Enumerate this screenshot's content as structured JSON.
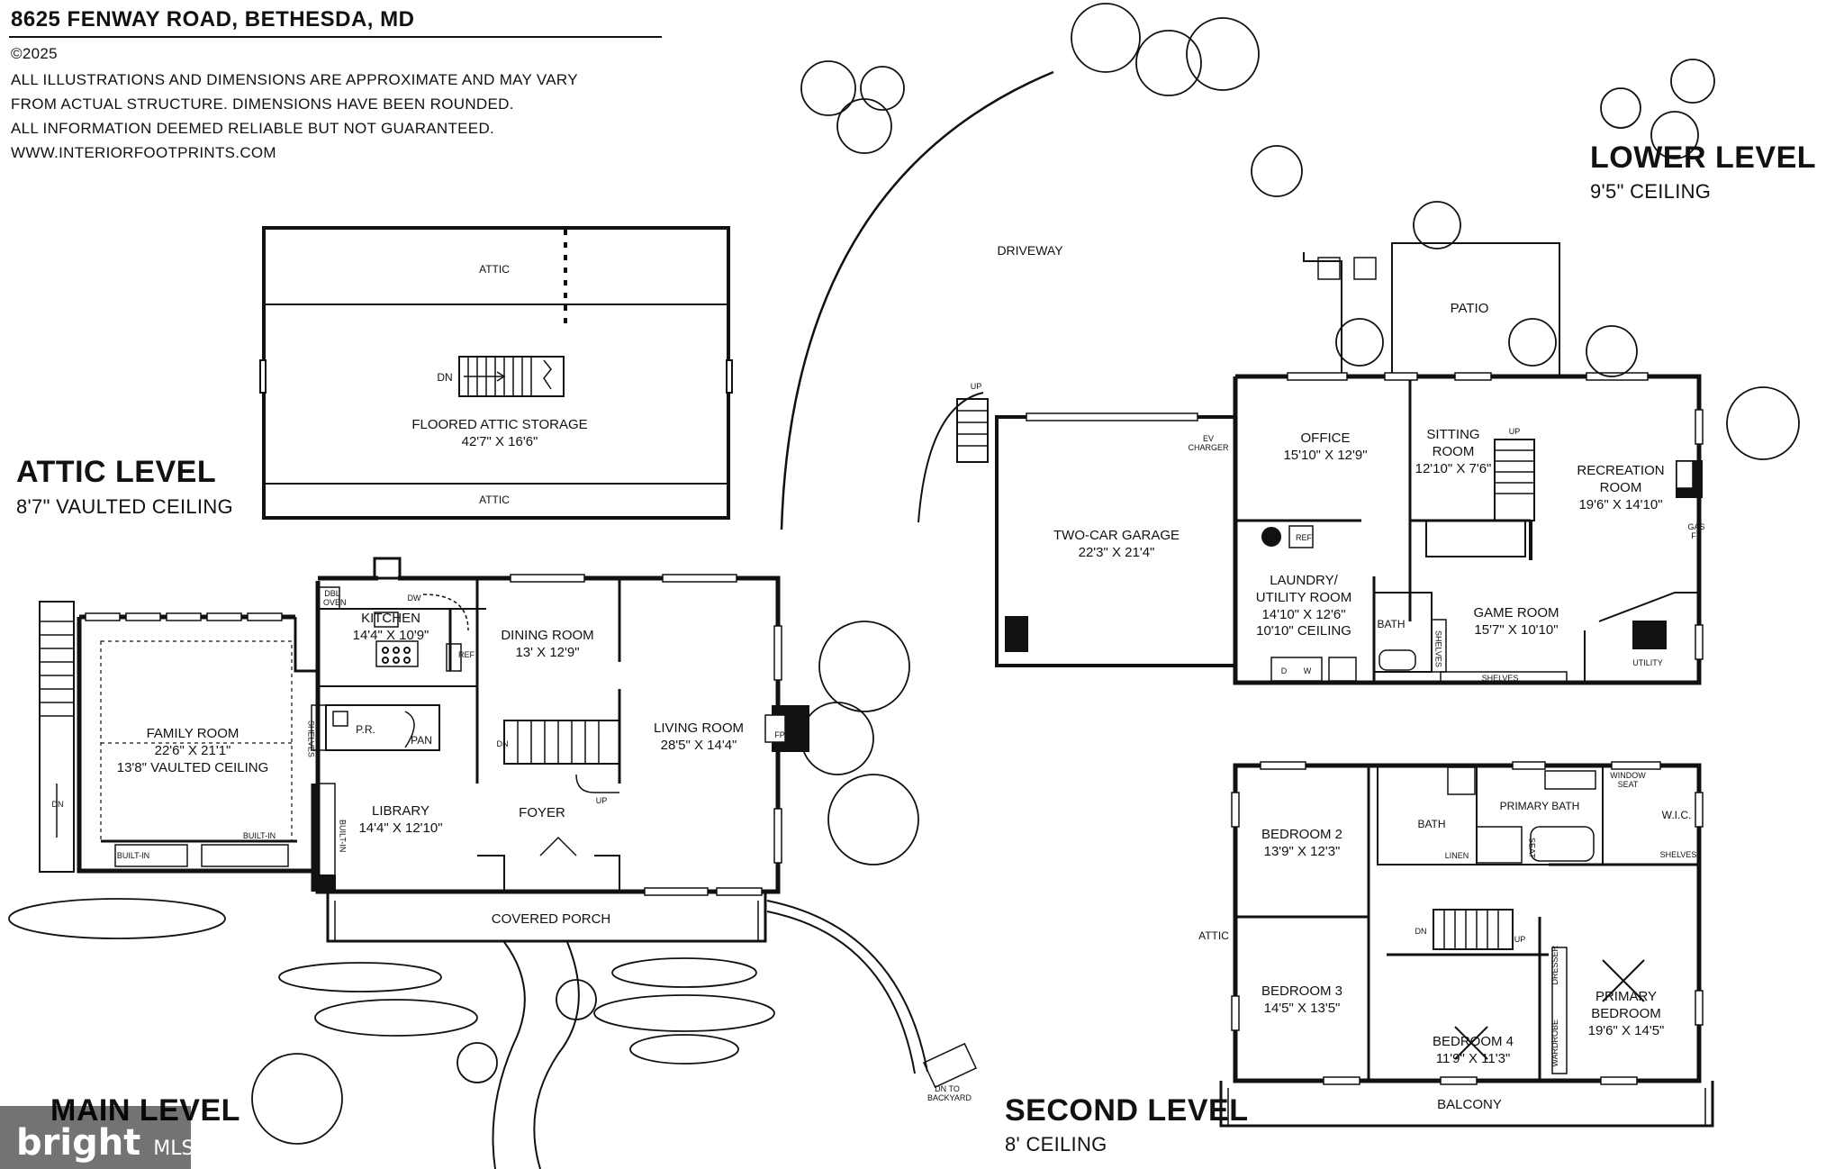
{
  "header": {
    "address": "8625 FENWAY ROAD, BETHESDA, MD",
    "copyright": "©2025",
    "disclaimer_1": "ALL ILLUSTRATIONS AND DIMENSIONS ARE APPROXIMATE AND MAY VARY",
    "disclaimer_2": "FROM ACTUAL STRUCTURE. DIMENSIONS HAVE BEEN ROUNDED.",
    "disclaimer_3": "ALL INFORMATION DEEMED RELIABLE BUT NOT GUARANTEED.",
    "website": "WWW.INTERIORFOOTPRINTS.COM"
  },
  "levels": {
    "attic": {
      "name": "ATTIC LEVEL",
      "ceiling": "8'7\" VAULTED CEILING"
    },
    "main": {
      "name": "MAIN LEVEL"
    },
    "lower": {
      "name": "LOWER LEVEL",
      "ceiling": "9'5\" CEILING"
    },
    "second": {
      "name": "SECOND LEVEL",
      "ceiling": "8' CEILING"
    }
  },
  "attic_rooms": {
    "attic_top": "ATTIC",
    "attic_bottom": "ATTIC",
    "storage_name": "FLOORED ATTIC STORAGE",
    "storage_dim": "42'7\" X 16'6\"",
    "dn": "DN"
  },
  "main_rooms": {
    "family_name": "FAMILY ROOM",
    "family_dim": "22'6\" X 21'1\"",
    "family_ceiling": "13'8\" VAULTED CEILING",
    "kitchen_name": "KITCHEN",
    "kitchen_dim": "14'4\" X 10'9\"",
    "dining_name": "DINING ROOM",
    "dining_dim": "13' X 12'9\"",
    "living_name": "LIVING ROOM",
    "living_dim": "28'5\" X 14'4\"",
    "library_name": "LIBRARY",
    "library_dim": "14'4\" X 12'10\"",
    "foyer": "FOYER",
    "covered_porch": "COVERED PORCH",
    "pr": "P.R.",
    "pan": "PAN",
    "shelves": "SHELVES",
    "built_in_1": "BUILT-IN",
    "built_in_2": "BUILT-IN",
    "built_in_3": "BUILT-IN",
    "dbl_oven": "DBL OVEN",
    "dw": "DW",
    "ref": "REF",
    "fp": "FP",
    "dn_family": "DN",
    "dn_stair": "DN",
    "up_stair": "UP",
    "dn_backyard": "DN TO BACKYARD"
  },
  "lower_rooms": {
    "driveway": "DRIVEWAY",
    "patio": "PATIO",
    "up_outside": "UP",
    "garage_name": "TWO-CAR GARAGE",
    "garage_dim": "22'3\" X 21'4\"",
    "ev_charger": "EV CHARGER",
    "office_name": "OFFICE",
    "office_dim": "15'10\" X 12'9\"",
    "sitting_name": "SITTING ROOM",
    "sitting_dim": "12'10\" X 7'6\"",
    "recreation_name": "RECREATION ROOM",
    "recreation_dim": "19'6\" X 14'10\"",
    "laundry_name": "LAUNDRY/ UTILITY ROOM",
    "laundry_dim": "14'10\" X 12'6\"",
    "laundry_ceiling": "10'10\" CEILING",
    "game_name": "GAME ROOM",
    "game_dim": "15'7\" X 10'10\"",
    "bath": "BATH",
    "shelves_v": "SHELVES",
    "shelves_h": "SHELVES",
    "utility": "UTILITY",
    "gas_fp": "GAS FP",
    "ref": "REF",
    "d": "D",
    "w": "W",
    "up_stair": "UP"
  },
  "second_rooms": {
    "bedroom2_name": "BEDROOM 2",
    "bedroom2_dim": "13'9\" X 12'3\"",
    "bedroom3_name": "BEDROOM 3",
    "bedroom3_dim": "14'5\" X 13'5\"",
    "bedroom4_name": "BEDROOM 4",
    "bedroom4_dim": "11'9\" X 11'3\"",
    "primary_name": "PRIMARY BEDROOM",
    "primary_dim": "19'6\" X 14'5\"",
    "primary_bath": "PRIMARY BATH",
    "bath": "BATH",
    "linen": "LINEN",
    "seat": "SEAT",
    "window_seat": "WINDOW SEAT",
    "wic": "W.I.C.",
    "shelves": "SHELVES",
    "dresser": "DRESSER",
    "wardrobe": "WARDROBE",
    "attic": "ATTIC",
    "balcony": "BALCONY",
    "dn": "DN",
    "up": "UP"
  },
  "watermark": {
    "brand": "bright",
    "suffix": "MLS"
  }
}
